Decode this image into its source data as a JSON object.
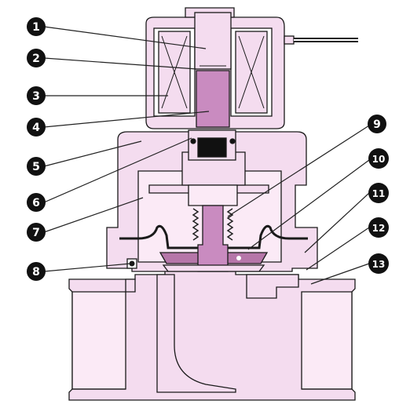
{
  "colors": {
    "body_fill": "#f4dcef",
    "body_fill_light": "#fbeaf6",
    "plunger_fill": "#c98bc0",
    "diaphragm_fill": "#b676a9",
    "outline": "#1a1a1a",
    "badge": "#111111",
    "leader": "#222222",
    "spring": "#222222",
    "coil_fill": "#f4dcef"
  },
  "callouts": [
    {
      "id": 1,
      "label": "1"
    },
    {
      "id": 2,
      "label": "2"
    },
    {
      "id": 3,
      "label": "3"
    },
    {
      "id": 4,
      "label": "4"
    },
    {
      "id": 5,
      "label": "5"
    },
    {
      "id": 6,
      "label": "6"
    },
    {
      "id": 7,
      "label": "7"
    },
    {
      "id": 8,
      "label": "8"
    },
    {
      "id": 9,
      "label": "9"
    },
    {
      "id": 10,
      "label": "10"
    },
    {
      "id": 11,
      "label": "11"
    },
    {
      "id": 12,
      "label": "12"
    },
    {
      "id": 13,
      "label": "13"
    }
  ]
}
